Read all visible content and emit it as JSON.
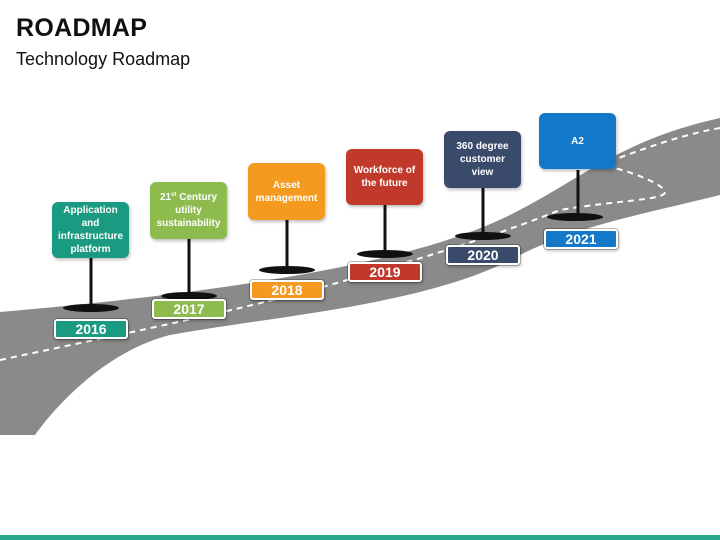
{
  "title": "ROADMAP",
  "subtitle": "Technology Roadmap",
  "milestones": [
    {
      "year": "2016",
      "label_lines": [
        "Application",
        "and",
        "infrastructure",
        "platform"
      ],
      "color": "#1a9a80"
    },
    {
      "year": "2017",
      "label_lines": [
        "21st Century",
        "utility",
        "sustainability"
      ],
      "color": "#8dbb4e"
    },
    {
      "year": "2018",
      "label_lines": [
        "Asset",
        "management"
      ],
      "color": "#f39a1f"
    },
    {
      "year": "2019",
      "label_lines": [
        "Workforce of",
        "the future"
      ],
      "color": "#c0392b"
    },
    {
      "year": "2020",
      "label_lines": [
        "360 degree",
        "customer",
        "view"
      ],
      "color": "#3a4a6b"
    },
    {
      "year": "2021",
      "label_lines": [
        "A2"
      ],
      "color": "#1478c8"
    }
  ],
  "colors": {
    "road": "#8a8a8a",
    "road_dashes": "#ffffff",
    "pole": "#111111",
    "footer_bar": "#2aa58a"
  }
}
